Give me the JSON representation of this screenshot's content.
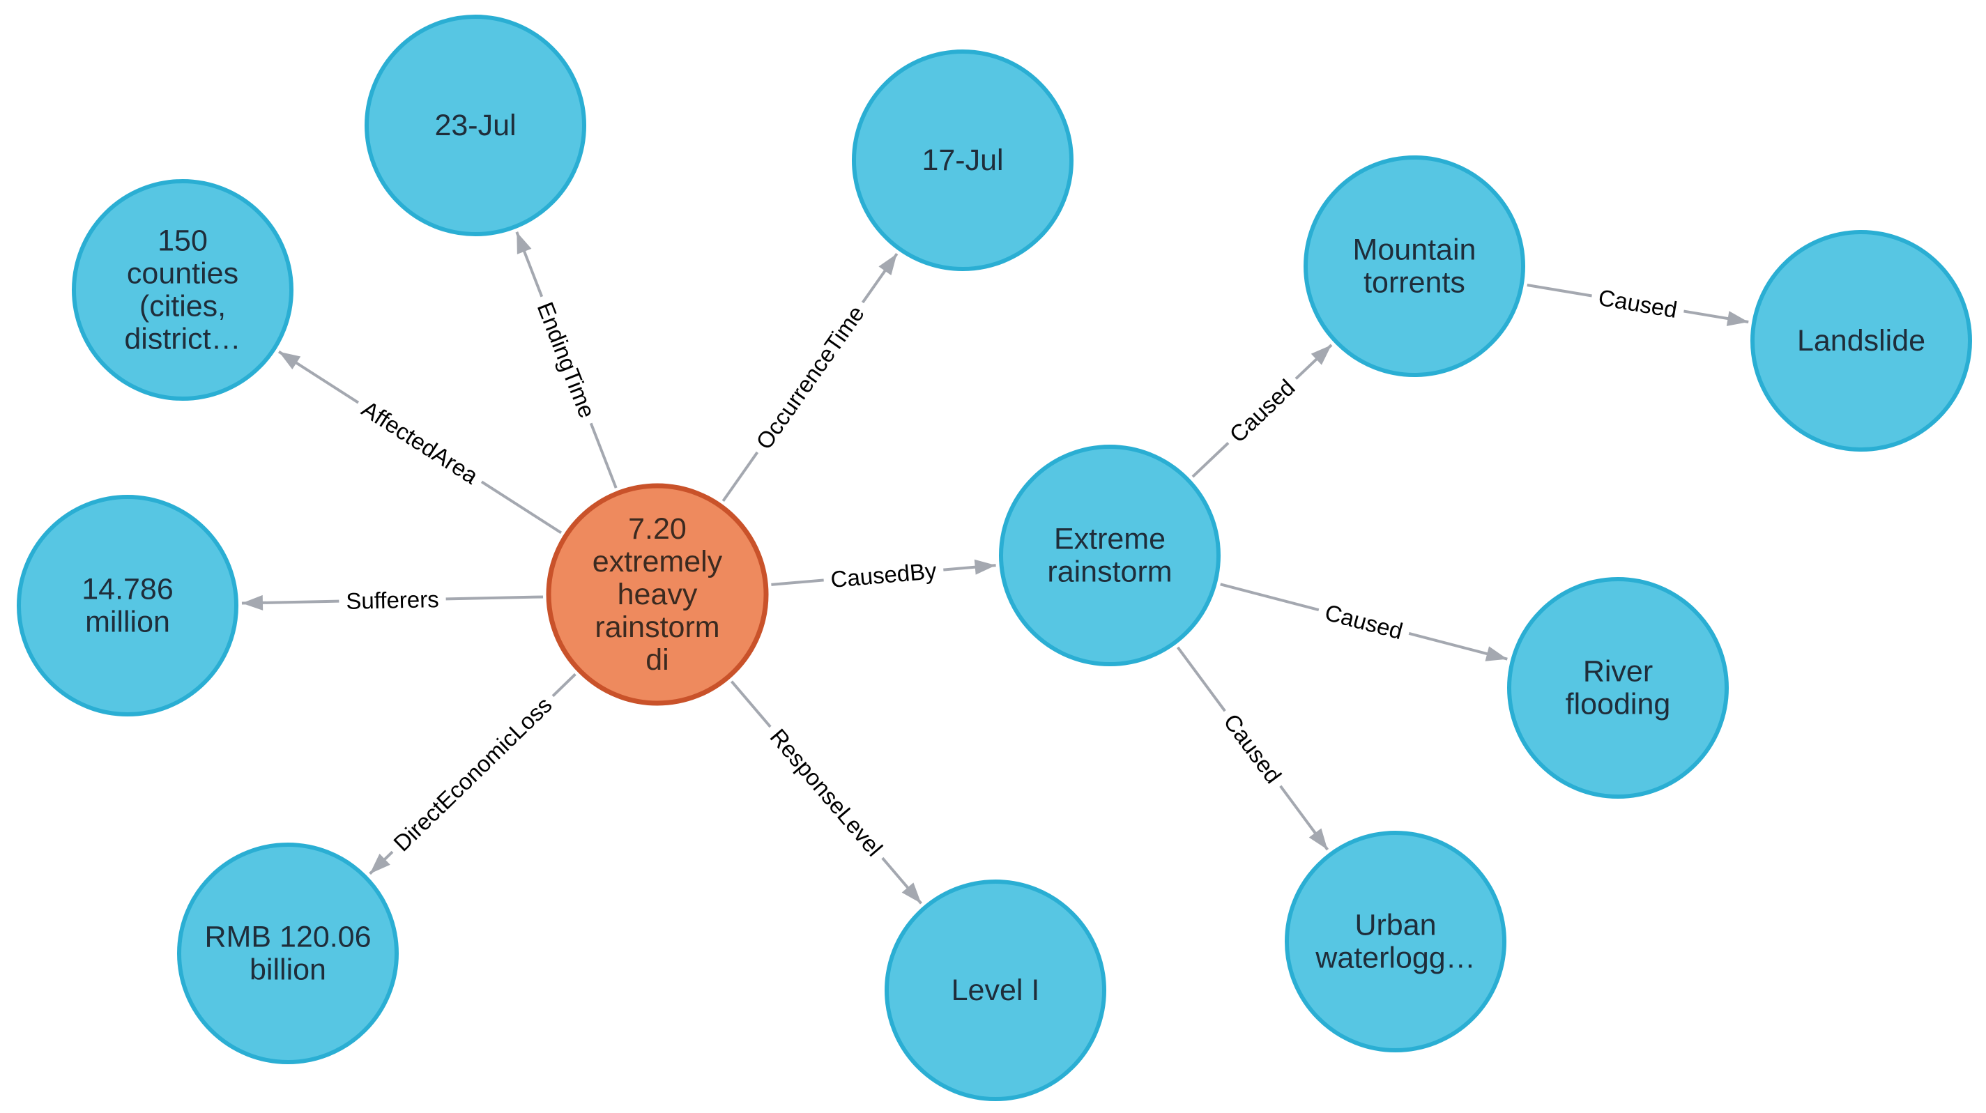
{
  "colors": {
    "node_fill": "#57c6e3",
    "node_stroke": "#2aaed3",
    "center_fill": "#ee8a5e",
    "center_stroke": "#c9522a",
    "edge": "#a4a8b0"
  },
  "nodes": [
    {
      "id": "center",
      "lines": [
        "7.20",
        "extremely",
        "heavy",
        "rainstorm",
        "di"
      ],
      "center": true
    },
    {
      "id": "n_23jul",
      "lines": [
        "23-Jul"
      ]
    },
    {
      "id": "n_17jul",
      "lines": [
        "17-Jul"
      ]
    },
    {
      "id": "n_150",
      "lines": [
        "150",
        "counties",
        "(cities,",
        "district…"
      ]
    },
    {
      "id": "n_sufferers",
      "lines": [
        "14.786",
        "million"
      ]
    },
    {
      "id": "n_rmb",
      "lines": [
        "RMB 120.06",
        "billion"
      ]
    },
    {
      "id": "n_level",
      "lines": [
        "Level I"
      ]
    },
    {
      "id": "n_extreme",
      "lines": [
        "Extreme",
        "rainstorm"
      ]
    },
    {
      "id": "n_mountain",
      "lines": [
        "Mountain",
        "torrents"
      ]
    },
    {
      "id": "n_landslide",
      "lines": [
        "Landslide"
      ]
    },
    {
      "id": "n_river",
      "lines": [
        "River",
        "flooding"
      ]
    },
    {
      "id": "n_urban",
      "lines": [
        "Urban",
        "waterlogg…"
      ]
    }
  ],
  "edges": [
    {
      "from": "center",
      "to": "n_23jul",
      "label": "EndingTime"
    },
    {
      "from": "center",
      "to": "n_17jul",
      "label": "OccurrenceTime"
    },
    {
      "from": "center",
      "to": "n_150",
      "label": "AffectedArea"
    },
    {
      "from": "center",
      "to": "n_sufferers",
      "label": "Sufferers"
    },
    {
      "from": "center",
      "to": "n_rmb",
      "label": "DirectEconomicLoss"
    },
    {
      "from": "center",
      "to": "n_level",
      "label": "ResponseLevel"
    },
    {
      "from": "center",
      "to": "n_extreme",
      "label": "CausedBy"
    },
    {
      "from": "n_extreme",
      "to": "n_mountain",
      "label": "Caused"
    },
    {
      "from": "n_extreme",
      "to": "n_river",
      "label": "Caused"
    },
    {
      "from": "n_extreme",
      "to": "n_urban",
      "label": "Caused"
    },
    {
      "from": "n_mountain",
      "to": "n_landslide",
      "label": "Caused"
    }
  ]
}
